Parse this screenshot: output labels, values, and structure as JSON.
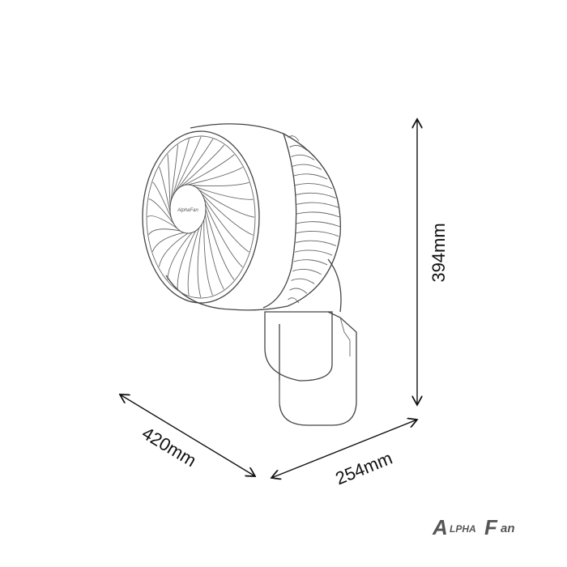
{
  "dimensions": {
    "height": "394mm",
    "depth": "420mm",
    "width": "254mm"
  },
  "brand": {
    "logo_text": "AlphaFan",
    "logo_first": "A",
    "logo_mid": "LPHA",
    "logo_second": "F",
    "logo_end": "an"
  },
  "product": {
    "hub_logo": "AlphaFan",
    "blade_count": 28,
    "rear_fin_count": 18
  },
  "colors": {
    "line": "#444444",
    "text": "#111111",
    "logo": "#555555"
  }
}
